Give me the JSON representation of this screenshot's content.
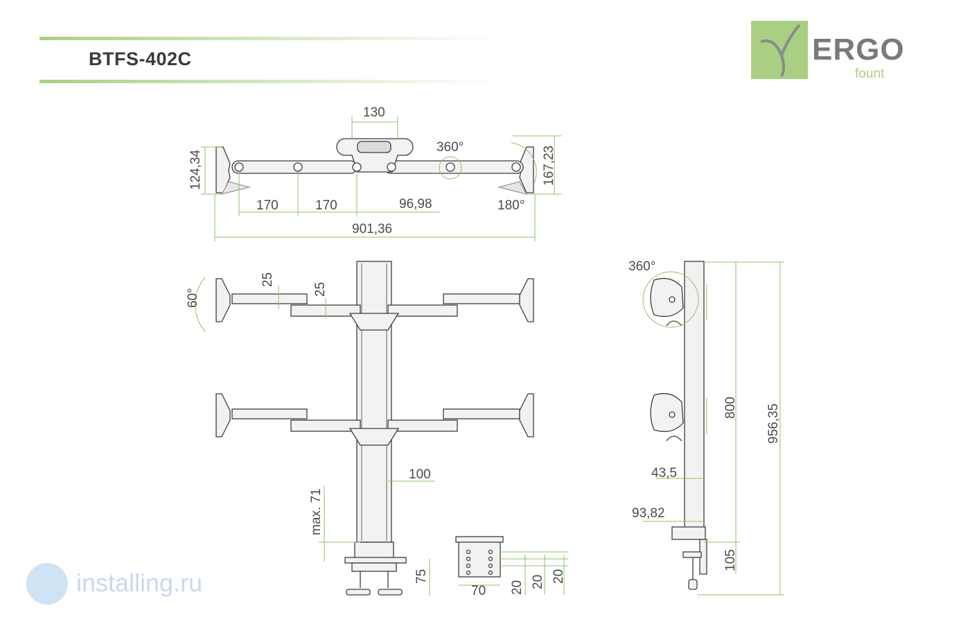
{
  "header": {
    "model": "BTFS-402C"
  },
  "logo": {
    "brand": "ERGO",
    "sub": "fount",
    "accent": "#a9cf83"
  },
  "watermark": {
    "text": "installing.ru"
  },
  "colors": {
    "dimension": "#8cc06a",
    "line": "#3c3c3c",
    "fill": "#f2f2f2"
  },
  "top_view": {
    "d130": "130",
    "d360": "360°",
    "d124": "124,34",
    "d167": "167,23",
    "d170a": "170",
    "d170b": "170",
    "d96": "96,98",
    "d180": "180°",
    "d901": "901,36"
  },
  "front_view": {
    "d60": "60°",
    "d25a": "25",
    "d25b": "25",
    "d100": "100",
    "dmax": "max. 71",
    "d75": "75"
  },
  "plate_view": {
    "d70": "70",
    "d20a": "20",
    "d20b": "20",
    "d20c": "20"
  },
  "side_view": {
    "d360": "360°",
    "d800": "800",
    "d956": "956,35",
    "d43": "43,5",
    "d93": "93,82",
    "d105": "105"
  }
}
